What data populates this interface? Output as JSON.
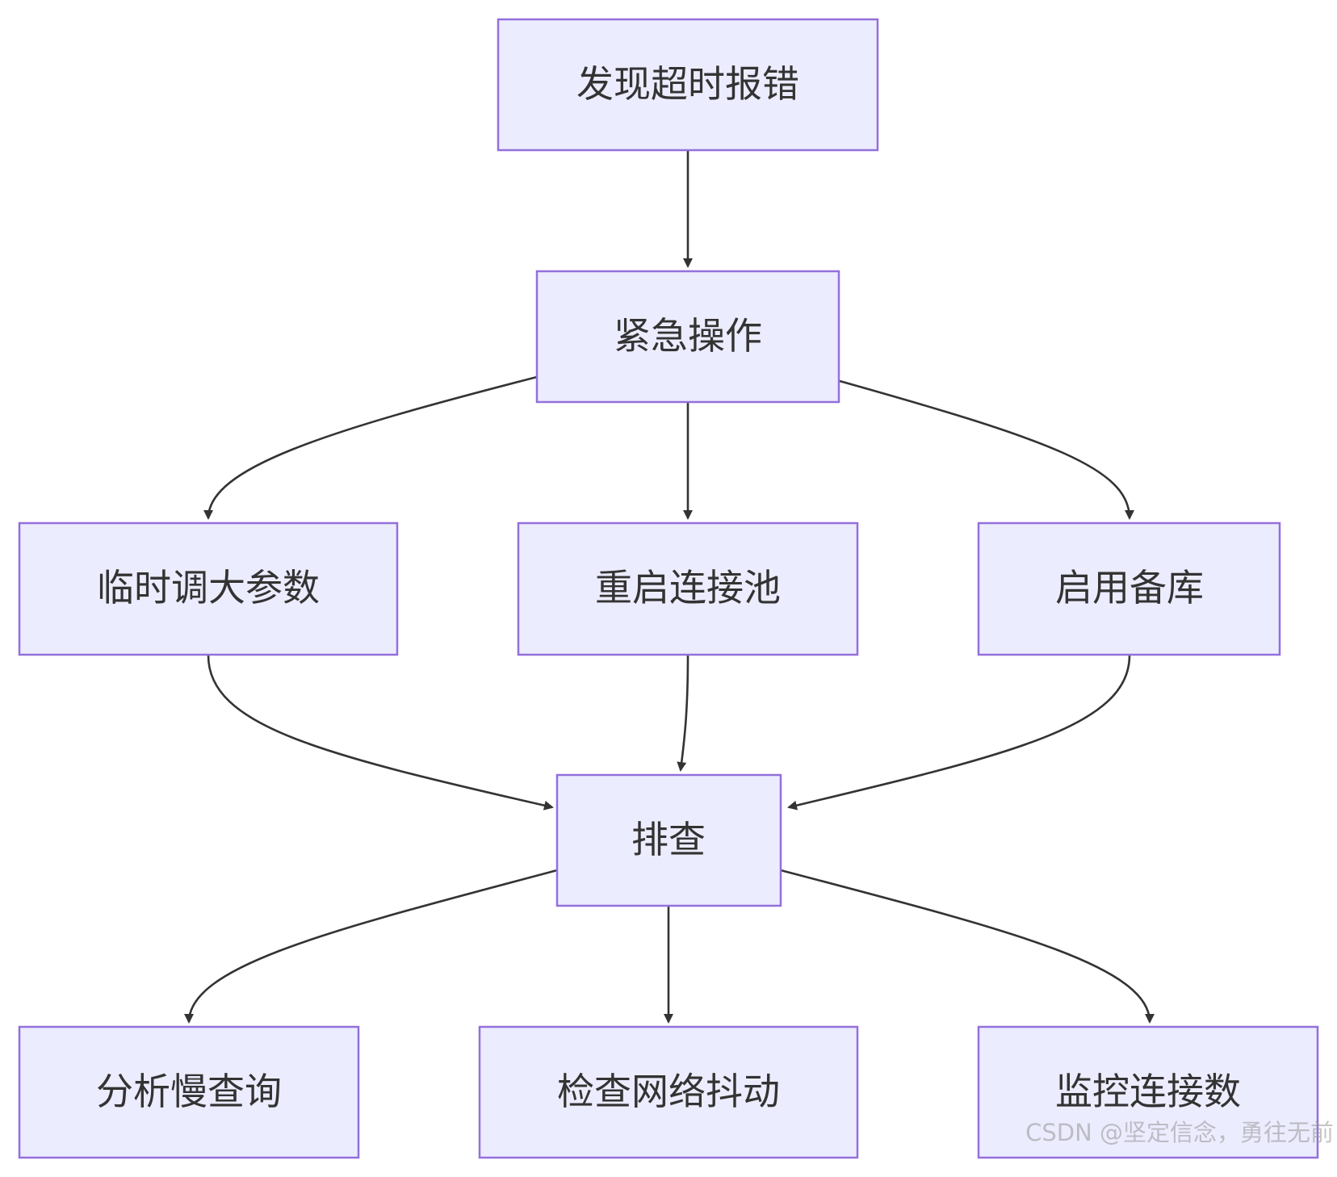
{
  "diagram": {
    "type": "flowchart",
    "direction": "top-down",
    "colors": {
      "node_fill": "#ececff",
      "node_border": "#9370db",
      "edge": "#333333",
      "text": "#333333"
    },
    "nodes": {
      "n1": "发现超时报错",
      "n2": "紧急操作",
      "n3": "临时调大参数",
      "n4": "重启连接池",
      "n5": "启用备库",
      "n6": "排查",
      "n7": "分析慢查询",
      "n8": "检查网络抖动",
      "n9": "监控连接数"
    },
    "edges": [
      {
        "from": "n1",
        "to": "n2"
      },
      {
        "from": "n2",
        "to": "n3"
      },
      {
        "from": "n2",
        "to": "n4"
      },
      {
        "from": "n2",
        "to": "n5"
      },
      {
        "from": "n3",
        "to": "n6"
      },
      {
        "from": "n4",
        "to": "n6"
      },
      {
        "from": "n5",
        "to": "n6"
      },
      {
        "from": "n6",
        "to": "n7"
      },
      {
        "from": "n6",
        "to": "n8"
      },
      {
        "from": "n6",
        "to": "n9"
      }
    ]
  },
  "watermark": "CSDN @坚定信念，勇往无前"
}
